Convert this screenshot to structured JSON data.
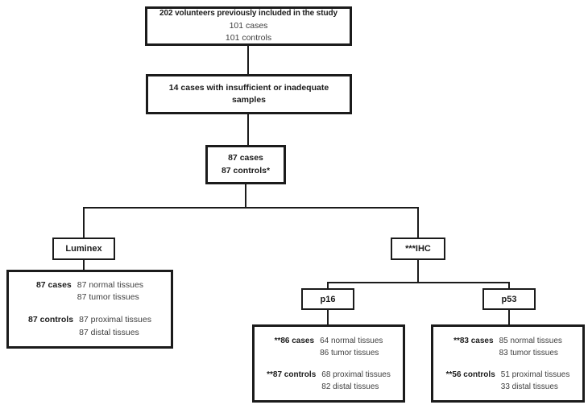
{
  "flowchart": {
    "top_box": {
      "lines": [
        "202 volunteers previously included in the study",
        "101 cases",
        "101 controls"
      ]
    },
    "exclusion_box": {
      "lines": [
        "14 cases with insufficient or inadequate",
        "samples"
      ]
    },
    "included_box": {
      "lines": [
        "87 cases",
        "87 controls*"
      ]
    },
    "branches": {
      "luminex": {
        "label": "Luminex"
      },
      "ihc": {
        "label": "***IHC"
      },
      "p16": {
        "label": "p16"
      },
      "p53": {
        "label": "p53"
      }
    },
    "luminex_detail": {
      "groups": [
        {
          "label": "87 cases",
          "items": [
            "87 normal tissues",
            "87 tumor tissues"
          ]
        },
        {
          "label": "87 controls",
          "items": [
            "87 proximal tissues",
            "87 distal tissues"
          ]
        }
      ]
    },
    "p16_detail": {
      "groups": [
        {
          "label": "**86 cases",
          "items": [
            "64 normal tissues",
            "86 tumor tissues"
          ]
        },
        {
          "label": "**87 controls",
          "items": [
            "68 proximal tissues",
            "82 distal tissues"
          ]
        }
      ]
    },
    "p53_detail": {
      "groups": [
        {
          "label": "**83 cases",
          "items": [
            "85 normal tissues",
            "83 tumor tissues"
          ]
        },
        {
          "label": "**56 controls",
          "items": [
            "51 proximal tissues",
            "33 distal tissues"
          ]
        }
      ]
    }
  },
  "colors": {
    "border": "#1b1b1b",
    "text_primary": "#1b1b1b",
    "text_secondary": "#3f3f3f",
    "background": "#ffffff"
  }
}
